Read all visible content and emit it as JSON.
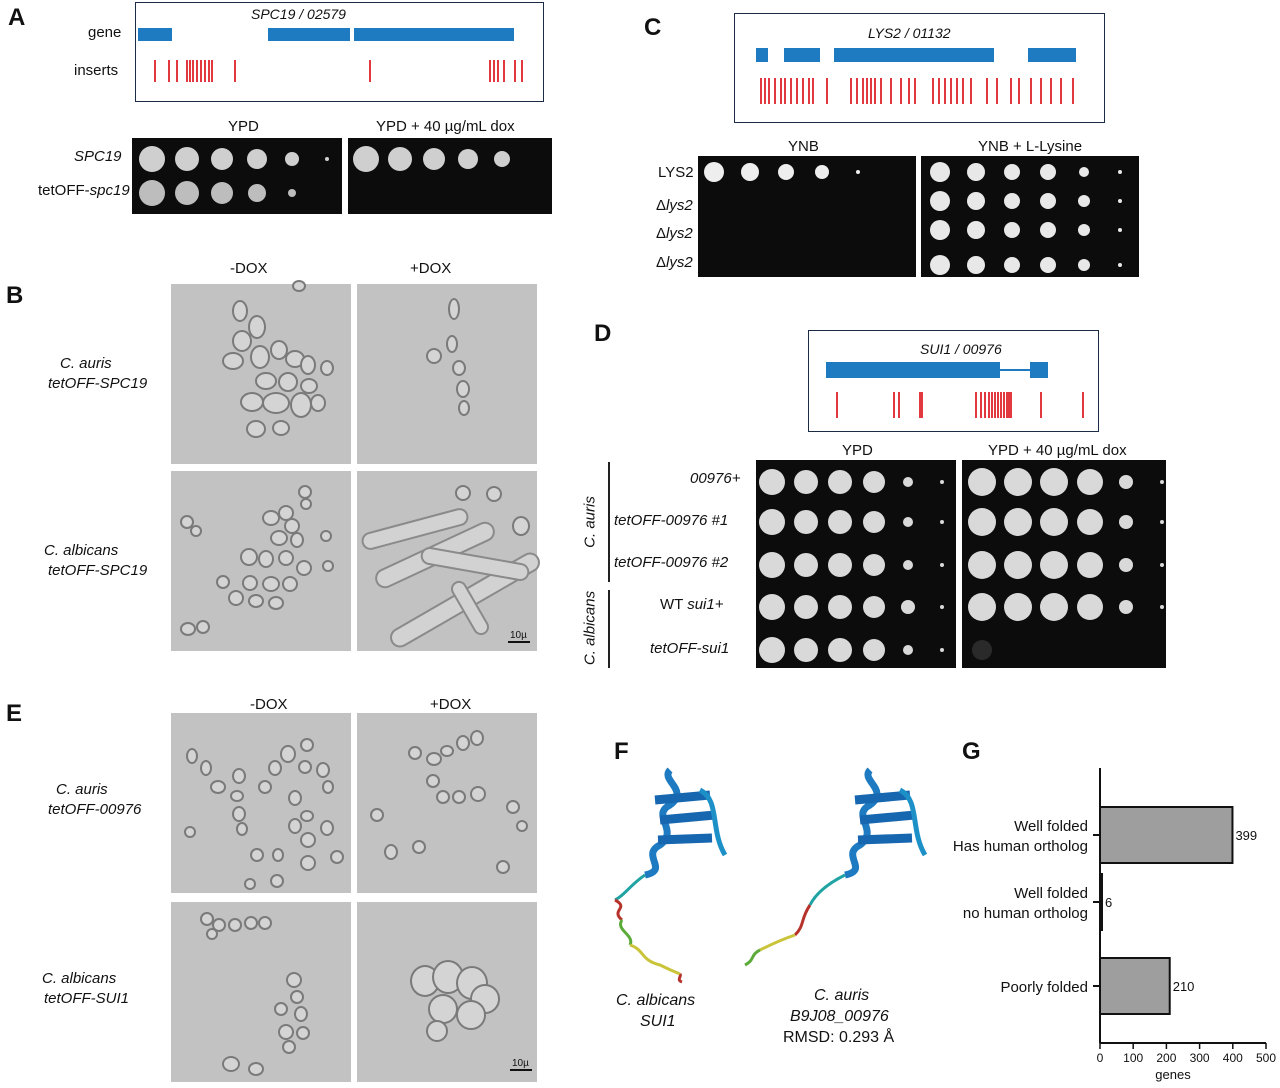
{
  "panels": {
    "A": {
      "letter": "A",
      "title": "SPC19 / 02579",
      "row_gene": "gene",
      "row_inserts": "inserts",
      "media": [
        "YPD",
        "YPD + 40 µg/mL dox"
      ],
      "strain_1": "SPC19",
      "strain_2_prefix": "tetOFF-",
      "strain_2_gene": "spc19"
    },
    "B": {
      "letter": "B",
      "conditions": [
        "-DOX",
        "+DOX"
      ],
      "row1_line1": "C. auris",
      "row1_line2": "tetOFF-SPC19",
      "row2_line1": "C. albicans",
      "row2_line2": "tetOFF-SPC19",
      "scale": "10µ"
    },
    "C": {
      "letter": "C",
      "title": "LYS2 / 01132",
      "media": [
        "YNB",
        "YNB + L-Lysine"
      ],
      "strain_1": "LYS2",
      "strain_del_prefix": "Δ",
      "strain_del_gene": "lys2"
    },
    "D": {
      "letter": "D",
      "title": "SUI1 / 00976",
      "media": [
        "YPD",
        "YPD + 40 µg/mL dox"
      ],
      "group_1": "C. auris",
      "group_2": "C. albicans",
      "strain_1": "00976+",
      "strain_2": "tetOFF-00976 #1",
      "strain_3": "tetOFF-00976 #2",
      "strain_4_prefix": "WT ",
      "strain_4_gene": "sui1+",
      "strain_5": "tetOFF-sui1"
    },
    "E": {
      "letter": "E",
      "conditions": [
        "-DOX",
        "+DOX"
      ],
      "row1_line1": "C. auris",
      "row1_line2": "tetOFF-00976",
      "row2_line1": "C. albicans",
      "row2_line2": "tetOFF-SUI1",
      "scale": "10µ"
    },
    "F": {
      "letter": "F",
      "left_line1": "C. albicans",
      "left_line2": "SUI1",
      "right_line1": "C. auris",
      "right_line2": "B9J08_00976",
      "right_line3": "RMSD: 0.293 Å"
    },
    "G": {
      "letter": "G"
    }
  },
  "chart_data": {
    "type": "bar",
    "orientation": "horizontal",
    "categories": [
      [
        "Well folded",
        "Has human ortholog"
      ],
      [
        "Well folded",
        "no human ortholog"
      ],
      [
        "Poorly folded"
      ]
    ],
    "values": [
      399,
      6,
      210
    ],
    "value_labels": [
      "399",
      "6",
      "210"
    ],
    "xlabel": "genes",
    "xlim": [
      0,
      500
    ],
    "xticks": [
      "0",
      "100",
      "200",
      "300",
      "400",
      "500"
    ],
    "grid": false,
    "bar_color": "#9e9e9e"
  }
}
